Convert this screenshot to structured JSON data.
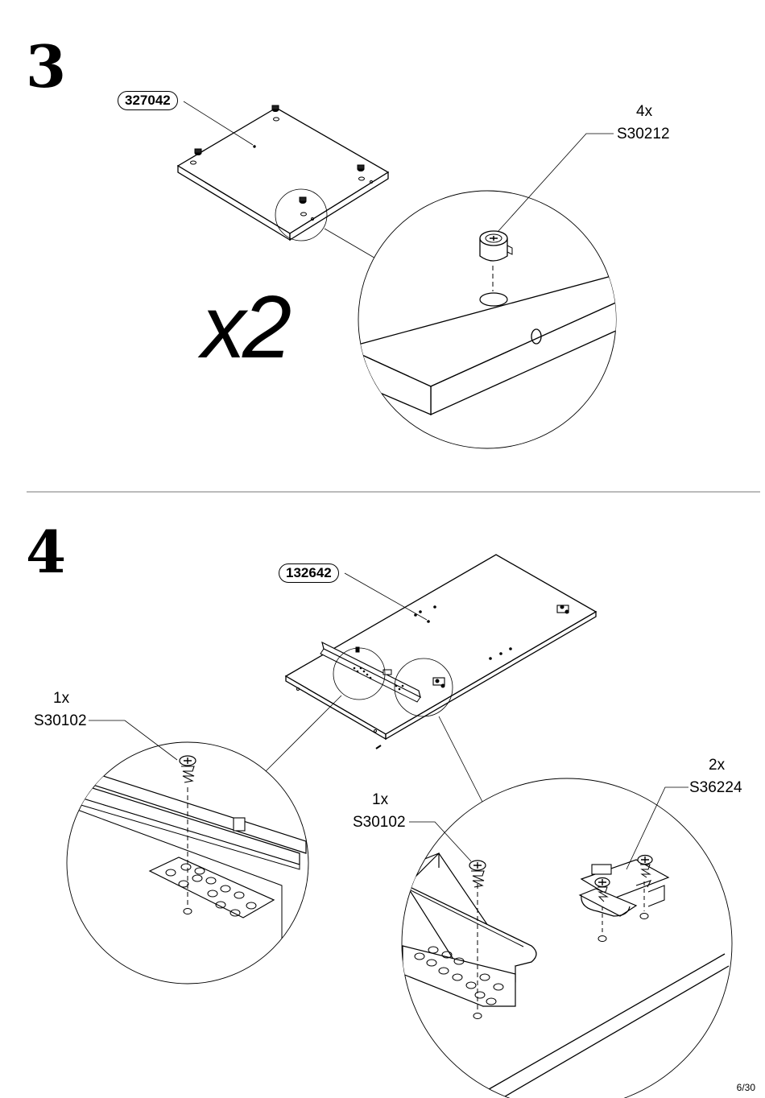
{
  "step3": {
    "number": "3",
    "panel_part": "327042",
    "multiplier": "x2",
    "hardware": {
      "qty": "4x",
      "code": "S30212"
    }
  },
  "step4": {
    "number": "4",
    "panel_part": "132642",
    "hardware_left": {
      "qty": "1x",
      "code": "S30102"
    },
    "hardware_mid": {
      "qty": "1x",
      "code": "S30102"
    },
    "hardware_right": {
      "qty": "2x",
      "code": "S36224"
    }
  },
  "page": {
    "number": "6/30"
  }
}
